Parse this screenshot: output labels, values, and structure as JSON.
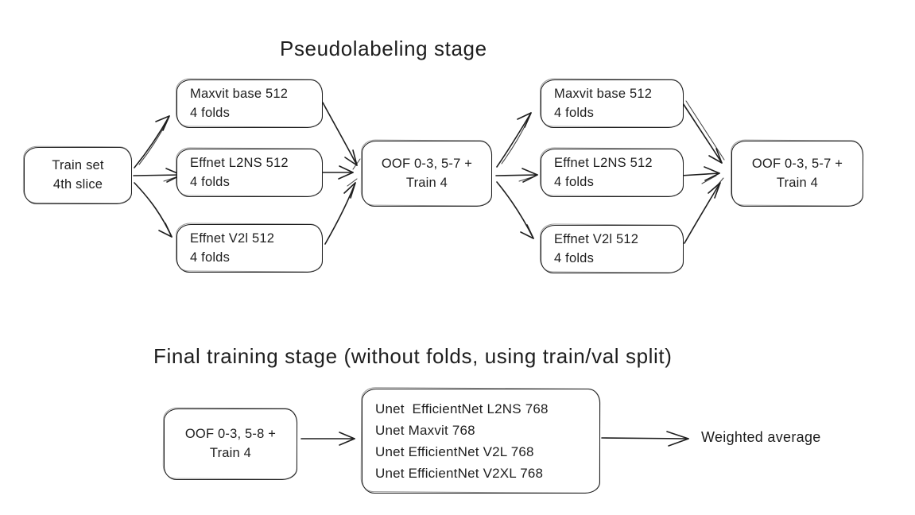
{
  "colors": {
    "ink": "#1e1e1e",
    "background": "#ffffff"
  },
  "pseudolabeling": {
    "title": "Pseudolabeling stage",
    "train_set_box": {
      "line1": "Train set",
      "line2": "4th slice"
    },
    "group1": [
      {
        "line1": "Maxvit base 512",
        "line2": "4 folds"
      },
      {
        "line1": "Effnet L2NS 512",
        "line2": "4 folds"
      },
      {
        "line1": "Effnet V2l 512",
        "line2": "4 folds"
      }
    ],
    "oof_box1": {
      "line1": "OOF 0-3, 5-7 +",
      "line2": "Train 4"
    },
    "group2": [
      {
        "line1": "Maxvit base 512",
        "line2": "4 folds"
      },
      {
        "line1": "Effnet L2NS 512",
        "line2": "4 folds"
      },
      {
        "line1": "Effnet V2l 512",
        "line2": "4 folds"
      }
    ],
    "oof_box2": {
      "line1": "OOF 0-3, 5-7 +",
      "line2": "Train 4"
    }
  },
  "final_stage": {
    "title": "Final training stage (without folds, using train/val split)",
    "oof_box": {
      "line1": "OOF 0-3, 5-8 +",
      "line2": "Train 4"
    },
    "models_box": {
      "lines": [
        "Unet  EfficientNet L2NS 768",
        "Unet Maxvit 768",
        "Unet EfficientNet V2L 768",
        "Unet EfficientNet V2XL 768"
      ]
    },
    "output_label": "Weighted average"
  }
}
